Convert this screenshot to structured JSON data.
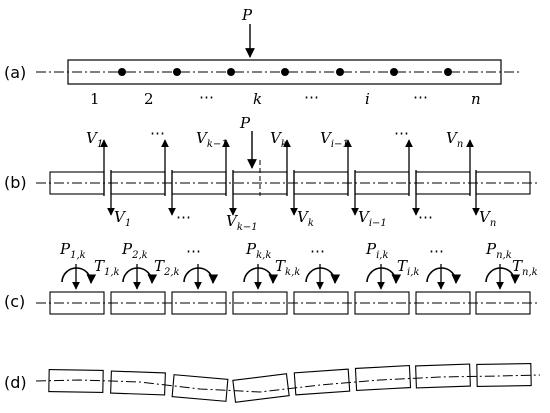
{
  "panels": [
    {
      "label": "(a)"
    },
    {
      "label": "(b)"
    },
    {
      "label": "(c)"
    },
    {
      "label": "(d)"
    }
  ],
  "row_a": {
    "load": "P",
    "segment_labels": [
      "1",
      "2",
      "⋯",
      "k",
      "⋯",
      "i",
      "⋯",
      "n"
    ]
  },
  "row_b": {
    "load": "P",
    "upper": [
      {
        "sym": "V",
        "sub": "1"
      },
      {
        "sym": "⋯",
        "sub": ""
      },
      {
        "sym": "V",
        "sub": "k−1"
      },
      {
        "sym": "V",
        "sub": "k"
      },
      {
        "sym": "V",
        "sub": "i−1"
      },
      {
        "sym": "⋯",
        "sub": ""
      },
      {
        "sym": "V",
        "sub": "n"
      }
    ],
    "lower": [
      {
        "sym": "V",
        "sub": "1"
      },
      {
        "sym": "⋯",
        "sub": ""
      },
      {
        "sym": "V",
        "sub": "k−1"
      },
      {
        "sym": "V",
        "sub": "k"
      },
      {
        "sym": "V",
        "sub": "i−1"
      },
      {
        "sym": "⋯",
        "sub": ""
      },
      {
        "sym": "V",
        "sub": "n"
      }
    ]
  },
  "row_c": {
    "groups": [
      {
        "p": "P",
        "p_sub": "1,k",
        "t": "T",
        "t_sub": "1,k"
      },
      {
        "p": "P",
        "p_sub": "2,k",
        "t": "T",
        "t_sub": "2,k"
      },
      {
        "p": "⋯",
        "p_sub": "",
        "t": "",
        "t_sub": ""
      },
      {
        "p": "P",
        "p_sub": "k,k",
        "t": "T",
        "t_sub": "k,k"
      },
      {
        "p": "⋯",
        "p_sub": "",
        "t": "",
        "t_sub": ""
      },
      {
        "p": "P",
        "p_sub": "i,k",
        "t": "T",
        "t_sub": "i,k"
      },
      {
        "p": "⋯",
        "p_sub": "",
        "t": "",
        "t_sub": ""
      },
      {
        "p": "P",
        "p_sub": "n,k",
        "t": "T",
        "t_sub": "n,k"
      }
    ]
  }
}
